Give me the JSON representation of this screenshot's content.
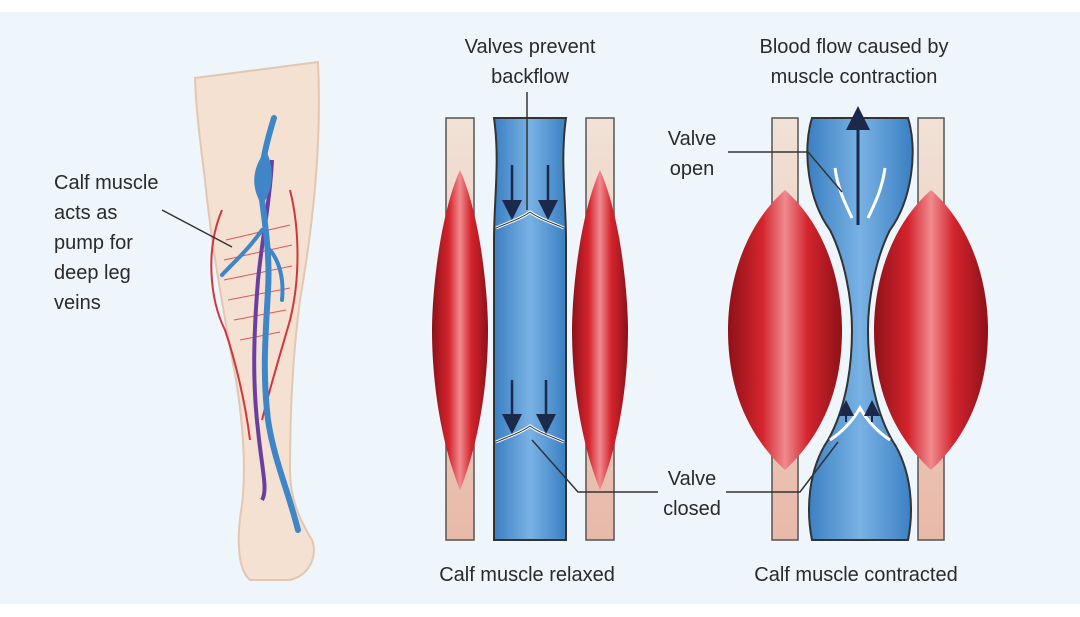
{
  "labels": {
    "leg_label": [
      "Calf muscle",
      "acts as",
      "pump for",
      "deep leg",
      "veins"
    ],
    "valves_prevent": [
      "Valves prevent",
      "backflow"
    ],
    "blood_flow": [
      "Blood flow caused by",
      "muscle contraction"
    ],
    "valve_open": [
      "Valve",
      "open"
    ],
    "valve_closed": [
      "Valve",
      "closed"
    ],
    "relaxed_caption": "Calf muscle relaxed",
    "contracted_caption": "Calf muscle contracted"
  },
  "colors": {
    "background": "#eef5fb",
    "skin": "#f4e1d2",
    "muscle_red": "#c8202a",
    "vein_blue": "#3f86c8",
    "vein_inner": "#6aa6dc",
    "artery": "#6b3fa0",
    "arrow": "#1b2a4a"
  }
}
